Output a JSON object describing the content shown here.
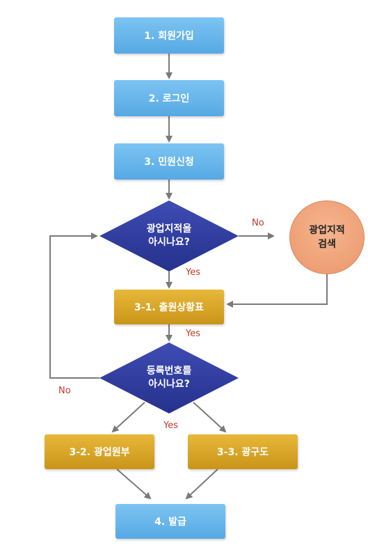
{
  "steps": {
    "signup": "1. 회원가입",
    "login": "2. 로그인",
    "apply": "3. 민원신청",
    "status": "3-1. 출원상황표",
    "register": "3-2. 광업원부",
    "map": "3-3. 광구도",
    "issue": "4. 발급"
  },
  "decisions": {
    "know_location": {
      "line1": "광업지적을",
      "line2": "아시나요?"
    },
    "know_regno": {
      "line1": "등록번호를",
      "line2": "아시나요?"
    }
  },
  "search": {
    "line1": "광업지적",
    "line2": "검색"
  },
  "labels": {
    "no_1": "No",
    "yes_1": "Yes",
    "yes_2": "Yes",
    "no_2": "No",
    "yes_3": "Yes"
  },
  "colors": {
    "process_blue": "#63b2ea",
    "process_gold": "#d9a62a",
    "decision_navy": "#2e3a9c",
    "search_circle": "#f0a47a",
    "connector": "#7a7a7a",
    "label_red": "#c0392b"
  }
}
